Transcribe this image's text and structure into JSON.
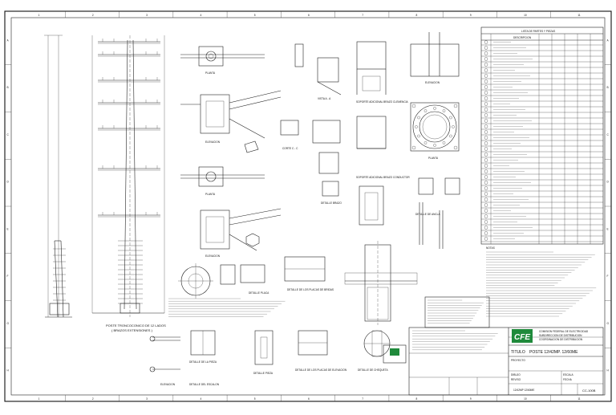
{
  "labels": {
    "title_main": "POSTE TRONCOCONICO DE 12 LADOS",
    "title_sub": "( BRAZOS EXTENSIONES )",
    "list_title": "LISTA DE PARTES Y PIEZAS",
    "list_col": "DESCRIPCION",
    "elevacion": "ELEVACION",
    "planta": "PLANTA",
    "corte_cc": "CORTE C - C",
    "vista_a": "VISTA A - A",
    "soporte_adicional": "SOPORTE ADICIONAL BRAZO CLEMENCIA",
    "soporte_adicional_2": "SOPORTE ADICIONAL BRAZO CONDUCTOR",
    "detalle_brazo": "DETALLE BRAZO",
    "detalle_placa": "DETALLE PLACA",
    "detalle_pernos": "DETALLE DE LOS PLACAS DE BRIDAS",
    "detalle_escalon": "DETALLE DEL ESCALON",
    "detalle_placas_base": "DETALLE DE LOS PLACAS DE ELEVACION",
    "detalle_chequeo": "DETALLE DE CHEQUETA",
    "detalle_ancla": "DETALLE DE ANCLA",
    "detalle_pieza": "DETALLE PIEZA",
    "detalle_ranura": "DETALLE DE LA PIEZA",
    "titulo_label": "TITULO",
    "titulo_text": "POSTE 12/42MP. 12/60ME",
    "cfe": "CFE",
    "cfe_line1": "COMISION FEDERAL DE ELECTRICIDAD",
    "cfe_line2": "SUBDIRECCION DE DISTRIBUCION",
    "cfe_line3": "COORDINACION DE DISTRIBUCION",
    "dwg_no": "CC-100B",
    "proyecto_label": "PROYECTO",
    "dibujo_label": "DIBUJO",
    "reviso_label": "REVISO",
    "escala_label": "ESCALA",
    "fecha_label": "FECHA",
    "notas_label": "NOTAS",
    "numero_label": "12/42MP 12/60ME"
  },
  "grid": {
    "columns": [
      "1",
      "2",
      "3",
      "4",
      "5",
      "6",
      "7",
      "8",
      "9",
      "10",
      "11"
    ],
    "rows": [
      "A",
      "B",
      "C",
      "D",
      "E",
      "F",
      "G",
      "H"
    ]
  },
  "colors": {
    "line": "#222222",
    "logo_green": "#1f8a3b"
  }
}
